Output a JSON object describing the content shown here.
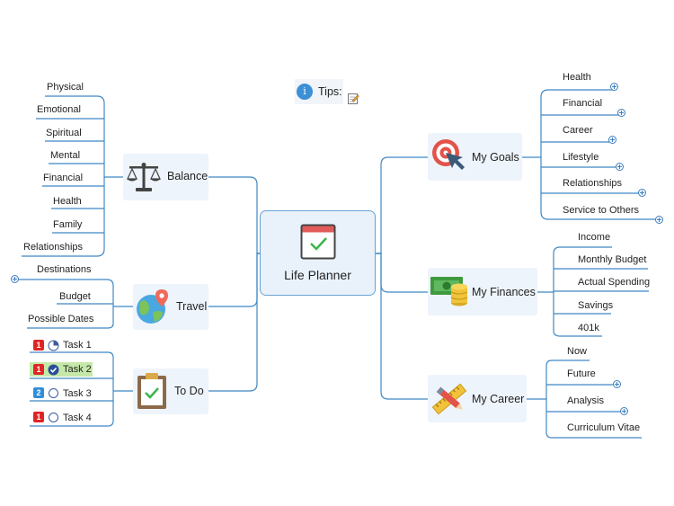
{
  "central": {
    "title": "Life Planner"
  },
  "tips": {
    "label": "Tips:"
  },
  "branches": {
    "balance": {
      "label": "Balance",
      "items": [
        "Physical",
        "Emotional",
        "Spiritual",
        "Mental",
        "Financial",
        "Health",
        "Family",
        "Relationships"
      ]
    },
    "travel": {
      "label": "Travel",
      "items": [
        "Destinations",
        "Budget",
        "Possible Dates"
      ]
    },
    "todo": {
      "label": "To Do",
      "items": [
        "Task 1",
        "Task 2",
        "Task 3",
        "Task 4"
      ],
      "priorities": [
        "1",
        "1",
        "2",
        "1"
      ]
    },
    "goals": {
      "label": "My Goals",
      "items": [
        "Health",
        "Financial",
        "Career",
        "Lifestyle",
        "Relationships",
        "Service to Others"
      ]
    },
    "finances": {
      "label": "My Finances",
      "items": [
        "Income",
        "Monthly Budget",
        "Actual Spending",
        "Savings",
        "401k"
      ]
    },
    "career": {
      "label": "My Career",
      "items": [
        "Now",
        "Future",
        "Analysis",
        "Curriculum Vitae"
      ]
    }
  },
  "colors": {
    "line": "#3f88c5",
    "priority_red": "#e02424",
    "priority_blue": "#2f8fd8",
    "highlight": "#c5e8a8"
  }
}
